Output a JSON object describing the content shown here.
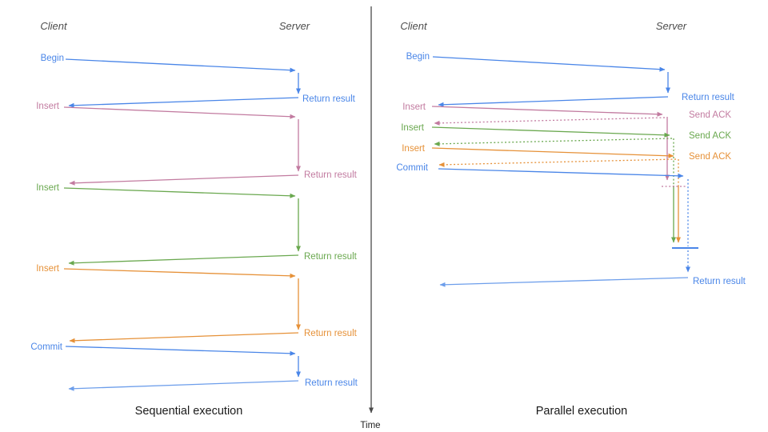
{
  "colors": {
    "blue": "#4a86e8",
    "light_blue": "#6d9eeb",
    "pink": "#c27ba0",
    "green": "#6aa84f",
    "orange": "#e69138",
    "axis_gray": "#4a4a4a",
    "header_gray": "#4d4d4d",
    "caption_black": "#1a1a1a"
  },
  "time_axis": {
    "label": "Time"
  },
  "left_panel": {
    "caption": "Sequential execution",
    "client_header": "Client",
    "server_header": "Server",
    "operations": [
      {
        "label": "Begin",
        "response": "Return result",
        "color": "blue"
      },
      {
        "label": "Insert",
        "response": "Return result",
        "color": "pink"
      },
      {
        "label": "Insert",
        "response": "Return result",
        "color": "green"
      },
      {
        "label": "Insert",
        "response": "Return result",
        "color": "orange"
      },
      {
        "label": "Commit",
        "response": "Return result",
        "color": "blue"
      }
    ]
  },
  "right_panel": {
    "caption": "Parallel execution",
    "client_header": "Client",
    "server_header": "Server",
    "operations": [
      {
        "label": "Begin",
        "response": "Return result",
        "color": "blue"
      },
      {
        "label": "Insert",
        "response": "Send ACK",
        "color": "pink"
      },
      {
        "label": "Insert",
        "response": "Send ACK",
        "color": "green"
      },
      {
        "label": "Insert",
        "response": "Send ACK",
        "color": "orange"
      },
      {
        "label": "Commit",
        "response": "Return result",
        "color": "blue"
      }
    ]
  }
}
